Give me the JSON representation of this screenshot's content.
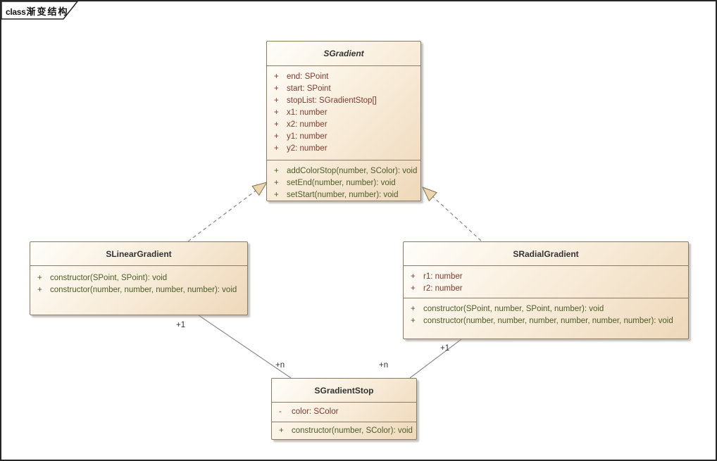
{
  "frame": {
    "keyword": "class",
    "title": "渐变结构"
  },
  "diagram": {
    "classes": [
      {
        "name": "SGradient",
        "abstract": true,
        "attributes": [
          {
            "vis": "+",
            "text": "end: SPoint"
          },
          {
            "vis": "+",
            "text": "start: SPoint"
          },
          {
            "vis": "+",
            "text": "stopList: SGradientStop[]"
          },
          {
            "vis": "+",
            "text": "x1: number"
          },
          {
            "vis": "+",
            "text": "x2: number"
          },
          {
            "vis": "+",
            "text": "y1: number"
          },
          {
            "vis": "+",
            "text": "y2: number"
          }
        ],
        "operations": [
          {
            "vis": "+",
            "text": "addColorStop(number, SColor): void"
          },
          {
            "vis": "+",
            "text": "setEnd(number, number): void"
          },
          {
            "vis": "+",
            "text": "setStart(number, number): void"
          }
        ]
      },
      {
        "name": "SLinearGradient",
        "abstract": false,
        "attributes": [],
        "operations": [
          {
            "vis": "+",
            "text": "constructor(SPoint, SPoint): void"
          },
          {
            "vis": "+",
            "text": "constructor(number, number, number, number): void"
          }
        ]
      },
      {
        "name": "SRadialGradient",
        "abstract": false,
        "attributes": [
          {
            "vis": "+",
            "text": "r1: number"
          },
          {
            "vis": "+",
            "text": "r2: number"
          }
        ],
        "operations": [
          {
            "vis": "+",
            "text": "constructor(SPoint, number, SPoint, number): void"
          },
          {
            "vis": "+",
            "text": "constructor(number, number, number, number, number, number): void"
          }
        ]
      },
      {
        "name": "SGradientStop",
        "abstract": false,
        "attributes": [
          {
            "vis": "-",
            "text": "color: SColor"
          }
        ],
        "operations": [
          {
            "vis": "+",
            "text": "constructor(number, SColor): void"
          }
        ]
      }
    ],
    "relations": [
      {
        "type": "generalization",
        "from": "SLinearGradient",
        "to": "SGradient"
      },
      {
        "type": "generalization",
        "from": "SRadialGradient",
        "to": "SGradient"
      },
      {
        "type": "association",
        "from": "SLinearGradient",
        "to": "SGradientStop",
        "from_label": "+1",
        "to_label": "+n"
      },
      {
        "type": "association",
        "from": "SRadialGradient",
        "to": "SGradientStop",
        "from_label": "+1",
        "to_label": "+n"
      }
    ],
    "colors": {
      "box_fill_light": "#fffefb",
      "box_fill_dark": "#eed8ba",
      "box_border": "#8d7b63",
      "attribute_text": "#7f3b2d",
      "operation_text": "#4e5c28",
      "connector": "#8c8c8c",
      "triangle_fill": "#ecd6ae",
      "frame_border": "#262626"
    }
  }
}
